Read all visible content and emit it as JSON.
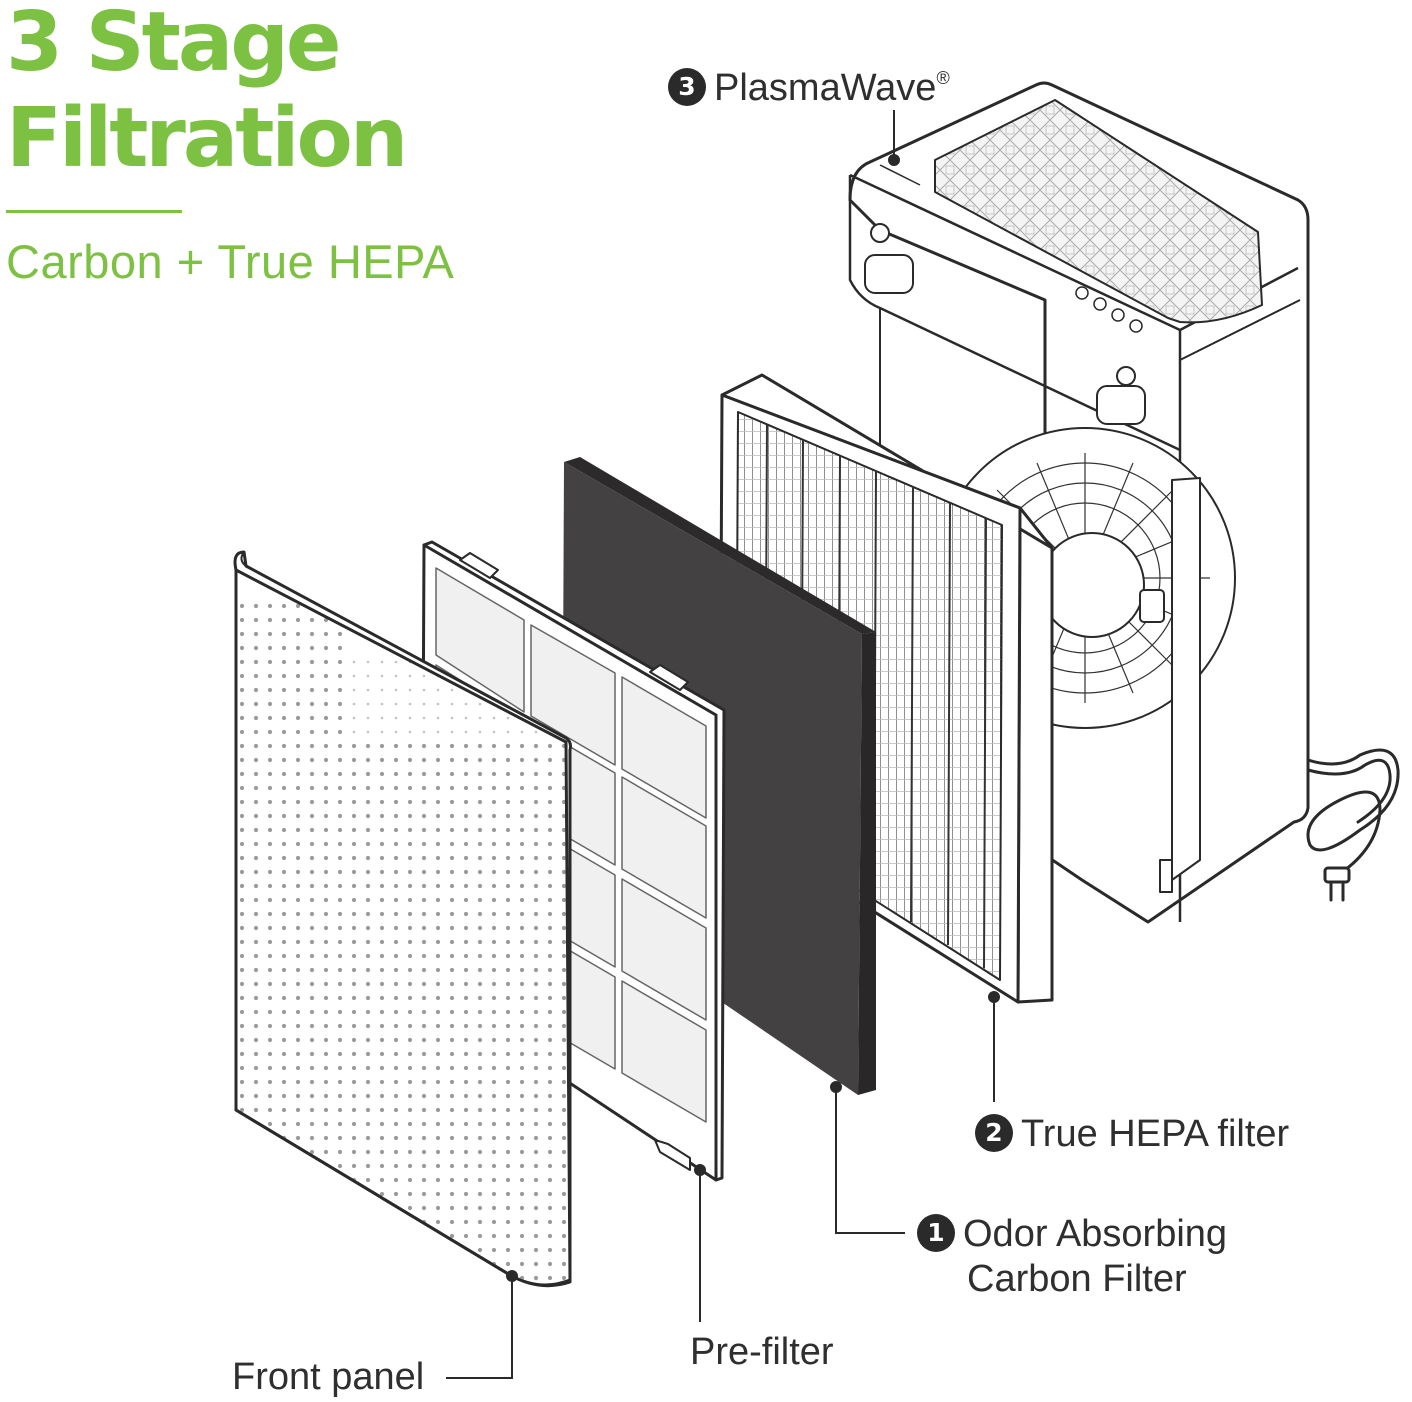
{
  "colors": {
    "brand_green": "#7cc142",
    "ink": "#2f2f2f",
    "carbon": "#444142"
  },
  "header": {
    "title_line1": "3 Stage",
    "title_line2": "Filtration",
    "subtitle": "Carbon + True HEPA"
  },
  "callouts": [
    {
      "number": "3",
      "text": "PlasmaWave",
      "suffix": "®"
    },
    {
      "number": "2",
      "text": "True HEPA filter"
    },
    {
      "number": "1",
      "text": "Odor Absorbing",
      "text_line2": "Carbon Filter"
    },
    {
      "text": "Pre-filter"
    },
    {
      "text": "Front panel"
    }
  ]
}
